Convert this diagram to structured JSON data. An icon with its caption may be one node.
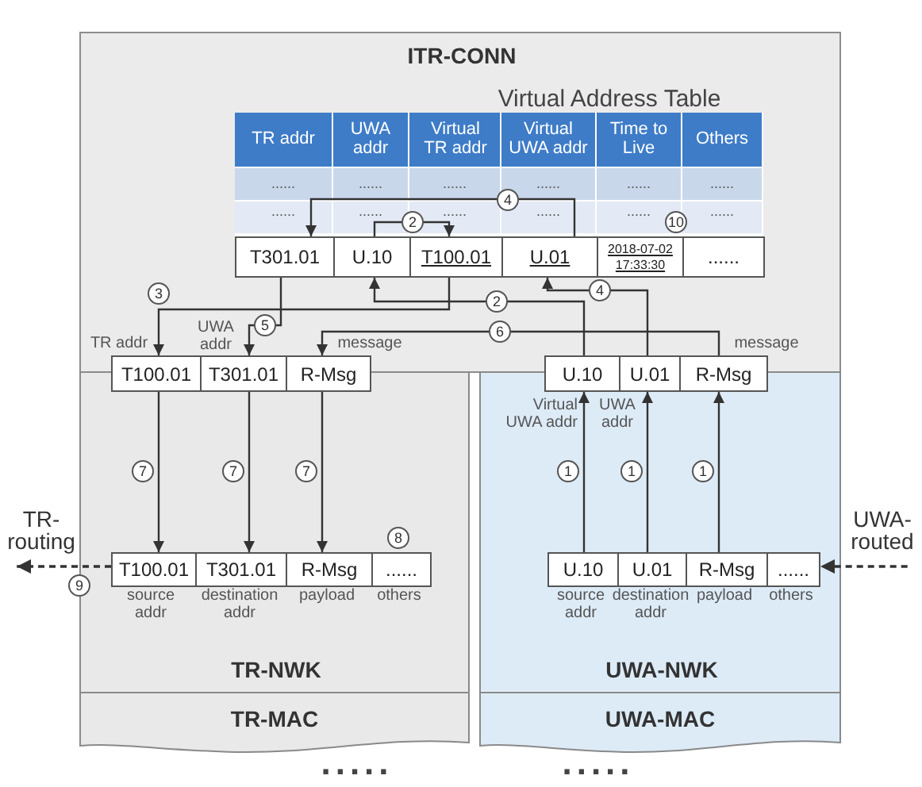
{
  "diagram": {
    "nodes": [
      {
        "text": [
          "ITR-CONN"
        ]
      },
      {
        "text": [
          "Virtual Address Table"
        ],
        "in": 0
      },
      {
        "text": [
          "T301.01"
        ],
        "in": 1
      },
      {
        "text": [
          "U.10"
        ],
        "in": 1
      },
      {
        "text": [
          "T100.01"
        ],
        "in": 1
      },
      {
        "text": [
          "U.01"
        ],
        "in": 1
      },
      {
        "text": [
          "2018-07-02 17:33:30"
        ],
        "beside": [
          "10"
        ],
        "in": 1
      },
      {
        "text": [
          "......"
        ],
        "in": 1
      },
      {
        "text": [
          "T100.01"
        ],
        "beside": [
          "TR addr"
        ]
      },
      {
        "text": [
          "T301.01"
        ],
        "beside": [
          "UWA addr"
        ]
      },
      {
        "text": [
          "R-Msg"
        ],
        "beside": [
          "message"
        ]
      },
      {
        "text": [
          "U.10"
        ],
        "beside": [
          "Virtual UWA addr"
        ]
      },
      {
        "text": [
          "U.01"
        ],
        "beside": [
          "UWA addr"
        ]
      },
      {
        "text": [
          "R-Msg"
        ],
        "beside": [
          "message"
        ]
      },
      {
        "text": [
          "TR-NWK"
        ]
      },
      {
        "text": [
          "T100.01"
        ],
        "beside": [
          "source addr"
        ],
        "in": 14
      },
      {
        "text": [
          "T301.01"
        ],
        "beside": [
          "destination addr"
        ],
        "in": 14
      },
      {
        "text": [
          "R-Msg"
        ],
        "beside": [
          "payload"
        ],
        "in": 14
      },
      {
        "text": [
          "......"
        ],
        "beside": [
          "8",
          "others"
        ],
        "in": 14
      },
      {
        "text": [
          "UWA-NWK"
        ]
      },
      {
        "text": [
          "U.10"
        ],
        "beside": [
          "source addr"
        ],
        "in": 19
      },
      {
        "text": [
          "U.01"
        ],
        "beside": [
          "destination addr"
        ],
        "in": 19
      },
      {
        "text": [
          "R-Msg"
        ],
        "beside": [
          "payload"
        ],
        "in": 19
      },
      {
        "text": [
          "......"
        ],
        "beside": [
          "others"
        ],
        "in": 19
      },
      {
        "text": [
          "TR-MAC"
        ]
      },
      {
        "text": [
          "UWA-MAC"
        ]
      },
      {
        "text": [
          "TR-routing"
        ]
      },
      {
        "text": [
          "UWA-routed"
        ]
      }
    ],
    "edges": [
      {
        "from": 20,
        "to": 11,
        "arrow": "to",
        "label": "1"
      },
      {
        "from": 21,
        "to": 12,
        "arrow": "to",
        "label": "1"
      },
      {
        "from": 22,
        "to": 13,
        "arrow": "to",
        "label": "1"
      },
      {
        "from": 11,
        "to": 3,
        "arrow": "to",
        "label": "2"
      },
      {
        "from": 3,
        "to": 4,
        "arrow": "to",
        "label": "2"
      },
      {
        "from": 4,
        "to": 8,
        "arrow": "to",
        "label": "3"
      },
      {
        "from": 12,
        "to": 5,
        "arrow": "to",
        "label": "4"
      },
      {
        "from": 5,
        "to": 2,
        "arrow": "to",
        "label": "4"
      },
      {
        "from": 2,
        "to": 9,
        "arrow": "to",
        "label": "5"
      },
      {
        "from": 13,
        "to": 10,
        "arrow": "to",
        "label": "6"
      },
      {
        "from": 8,
        "to": 15,
        "arrow": "to",
        "label": "7"
      },
      {
        "from": 9,
        "to": 16,
        "arrow": "to",
        "label": "7"
      },
      {
        "from": 10,
        "to": 17,
        "arrow": "to",
        "label": "7"
      },
      {
        "from": 15,
        "to": 26,
        "arrow": "to",
        "label": "9",
        "style": "dashed"
      },
      {
        "from": 27,
        "to": 23,
        "arrow": "to",
        "style": "dashed"
      }
    ],
    "labels": [
      "TR addr",
      "UWA addr",
      "Virtual TR addr",
      "Virtual UWA addr",
      "Time to Live",
      "Others",
      "......",
      "......",
      "......",
      "......",
      "......",
      "......",
      "......",
      "......",
      "......",
      "......",
      "......",
      "......",
      ".....",
      "....."
    ]
  }
}
